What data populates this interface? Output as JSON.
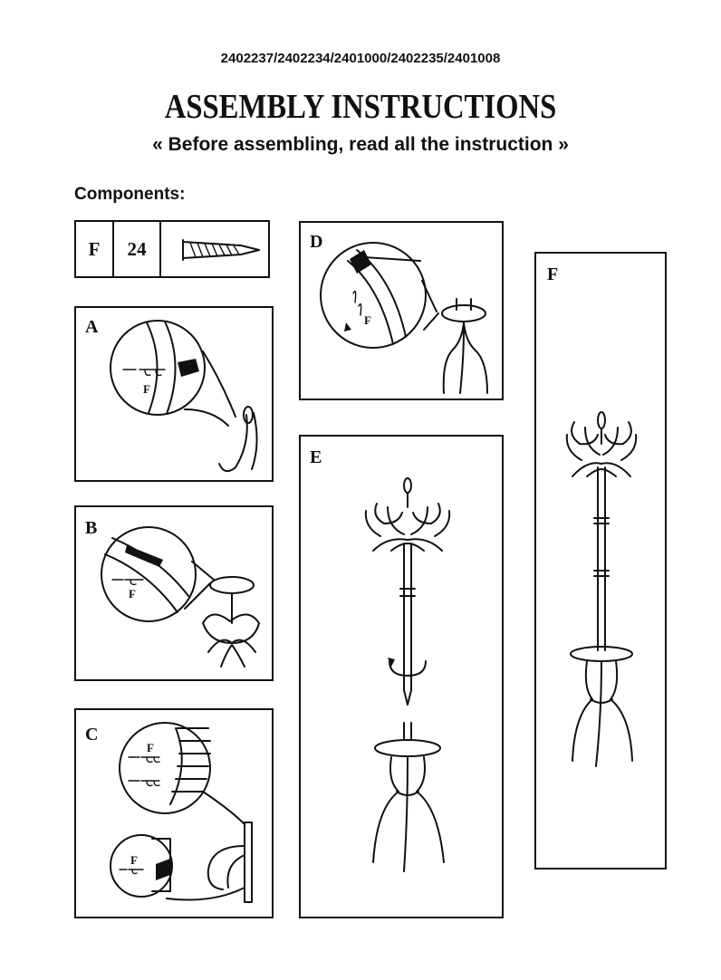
{
  "header": {
    "codes": "2402237/2402234/2401000/2402235/2401008",
    "title": "ASSEMBLY INSTRUCTIONS",
    "subtitle": "« Before assembling, read all the instruction »"
  },
  "components": {
    "heading": "Components:",
    "items": [
      {
        "part": "F",
        "quantity": "24",
        "icon": "screw-icon"
      }
    ]
  },
  "steps": [
    {
      "letter": "A",
      "detail_label": "F"
    },
    {
      "letter": "B",
      "detail_label": "F"
    },
    {
      "letter": "C",
      "detail_labels": [
        "F",
        "F"
      ]
    },
    {
      "letter": "D",
      "detail_label": "F"
    },
    {
      "letter": "E"
    },
    {
      "letter": "F"
    }
  ]
}
